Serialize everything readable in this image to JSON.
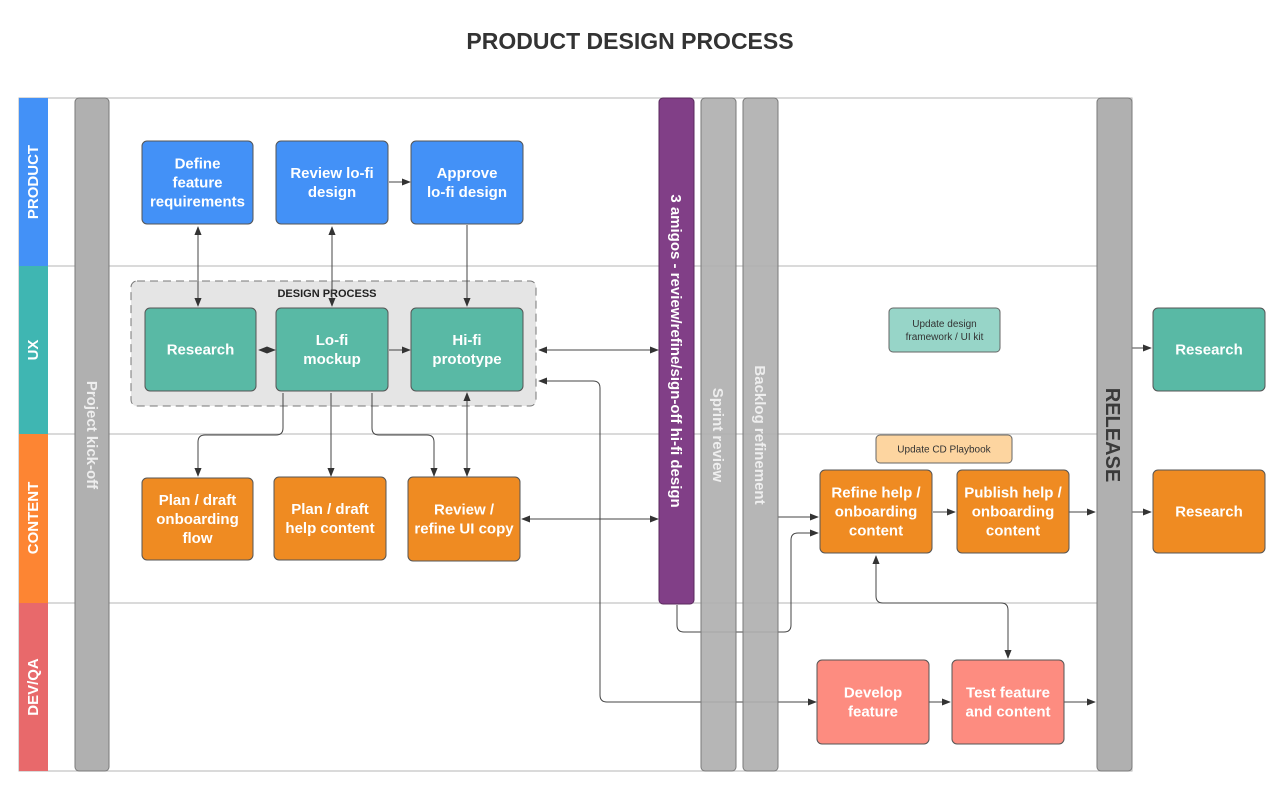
{
  "title": "PRODUCT DESIGN PROCESS",
  "colors": {
    "product": "#4391f7",
    "ux": "#3fb6b2",
    "content": "#fd8533",
    "devqa": "#e8696b",
    "box_blue": "#4391f7",
    "box_teal": "#59b9a5",
    "box_orange": "#ef8b22",
    "box_salmon": "#fd8c80",
    "milestone_gray": "#b0b0b0",
    "milestone_purple": "#813f87",
    "note_teal": "#97d5c8",
    "note_peach": "#fdd5a0",
    "group_bg": "#e5e5e5"
  },
  "lanes": [
    {
      "id": "product",
      "label": "PRODUCT"
    },
    {
      "id": "ux",
      "label": "UX"
    },
    {
      "id": "content",
      "label": "CONTENT"
    },
    {
      "id": "devqa",
      "label": "DEV/QA"
    }
  ],
  "milestones": {
    "kickoff": "Project kick-off",
    "three_amigos": "3 amigos - review/refine/sign-off hi-fi design",
    "sprint_review": "Sprint review",
    "backlog": "Backlog refinement",
    "release": "RELEASE"
  },
  "group": {
    "title": "DESIGN PROCESS"
  },
  "boxes": {
    "define": [
      "Define",
      "feature",
      "requirements"
    ],
    "review_lofi": [
      "Review lo-fi",
      "design"
    ],
    "approve_lofi": [
      "Approve",
      "lo-fi design"
    ],
    "research": [
      "Research"
    ],
    "lofi_mockup": [
      "Lo-fi",
      "mockup"
    ],
    "hifi_proto": [
      "Hi-fi",
      "prototype"
    ],
    "plan_onboarding": [
      "Plan / draft",
      "onboarding",
      "flow"
    ],
    "plan_help": [
      "Plan / draft",
      "help content"
    ],
    "review_copy": [
      "Review /",
      "refine UI copy"
    ],
    "refine_help": [
      "Refine help /",
      "onboarding",
      "content"
    ],
    "publish_help": [
      "Publish help /",
      "onboarding",
      "content"
    ],
    "develop": [
      "Develop",
      "feature"
    ],
    "test": [
      "Test feature",
      "and content"
    ],
    "research_ux_post": [
      "Research"
    ],
    "research_content_post": [
      "Research"
    ]
  },
  "notes": {
    "update_framework": [
      "Update design",
      "framework / UI kit"
    ],
    "update_playbook": [
      "Update CD Playbook"
    ]
  }
}
